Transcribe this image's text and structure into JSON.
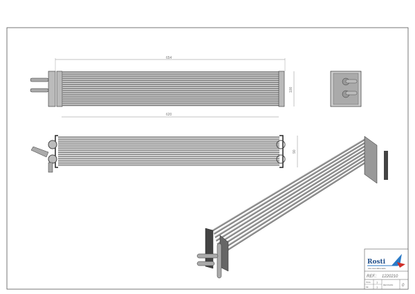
{
  "drawing": {
    "front_view": {
      "overall_length": "654",
      "core_length": "620",
      "height": "100"
    },
    "side_view": {
      "depth": "90"
    }
  },
  "title_block": {
    "logo_text": "Rosti",
    "logo_subtitle": "Aire Acondicionado",
    "ref_label": "REF.:",
    "ref_value": "1220210",
    "sheet_label": "HOJA",
    "sheet_of_label": "DE",
    "sheet_number": "1",
    "sheet_total": "1",
    "revision_label": "REVISION",
    "revision_value": "0"
  },
  "colors": {
    "accent_blue": "#2b7bc8",
    "accent_red": "#d0302a",
    "line": "#333333"
  }
}
